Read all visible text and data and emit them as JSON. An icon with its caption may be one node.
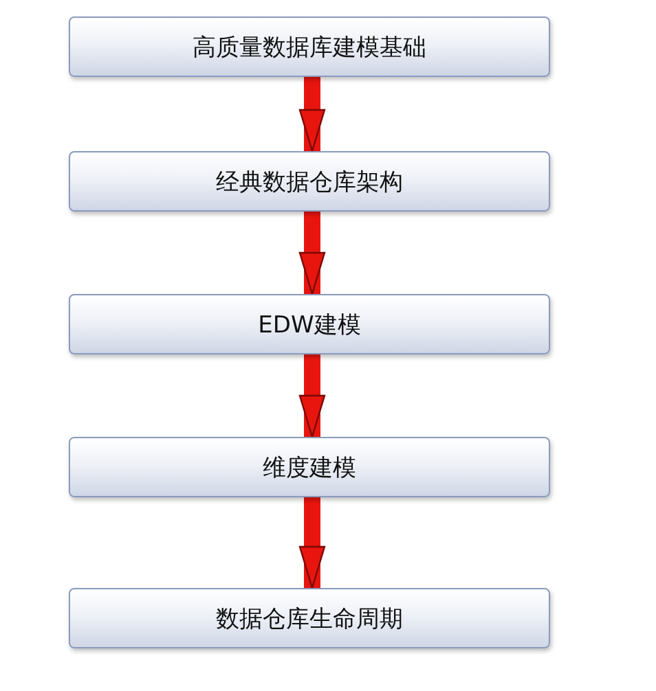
{
  "diagram": {
    "nodes": [
      {
        "text": [
          "高质量数据库建模基础"
        ]
      },
      {
        "text": [
          "经典数据仓库架构"
        ]
      },
      {
        "text": [
          "EDW建模"
        ]
      },
      {
        "text": [
          "维度建模"
        ]
      },
      {
        "text": [
          "数据仓库生命周期"
        ]
      }
    ],
    "edges": [
      {
        "from": 0,
        "to": 1,
        "arrow": "to"
      },
      {
        "from": 1,
        "to": 2,
        "arrow": "to"
      },
      {
        "from": 2,
        "to": 3,
        "arrow": "to"
      },
      {
        "from": 3,
        "to": 4,
        "arrow": "to"
      }
    ]
  }
}
